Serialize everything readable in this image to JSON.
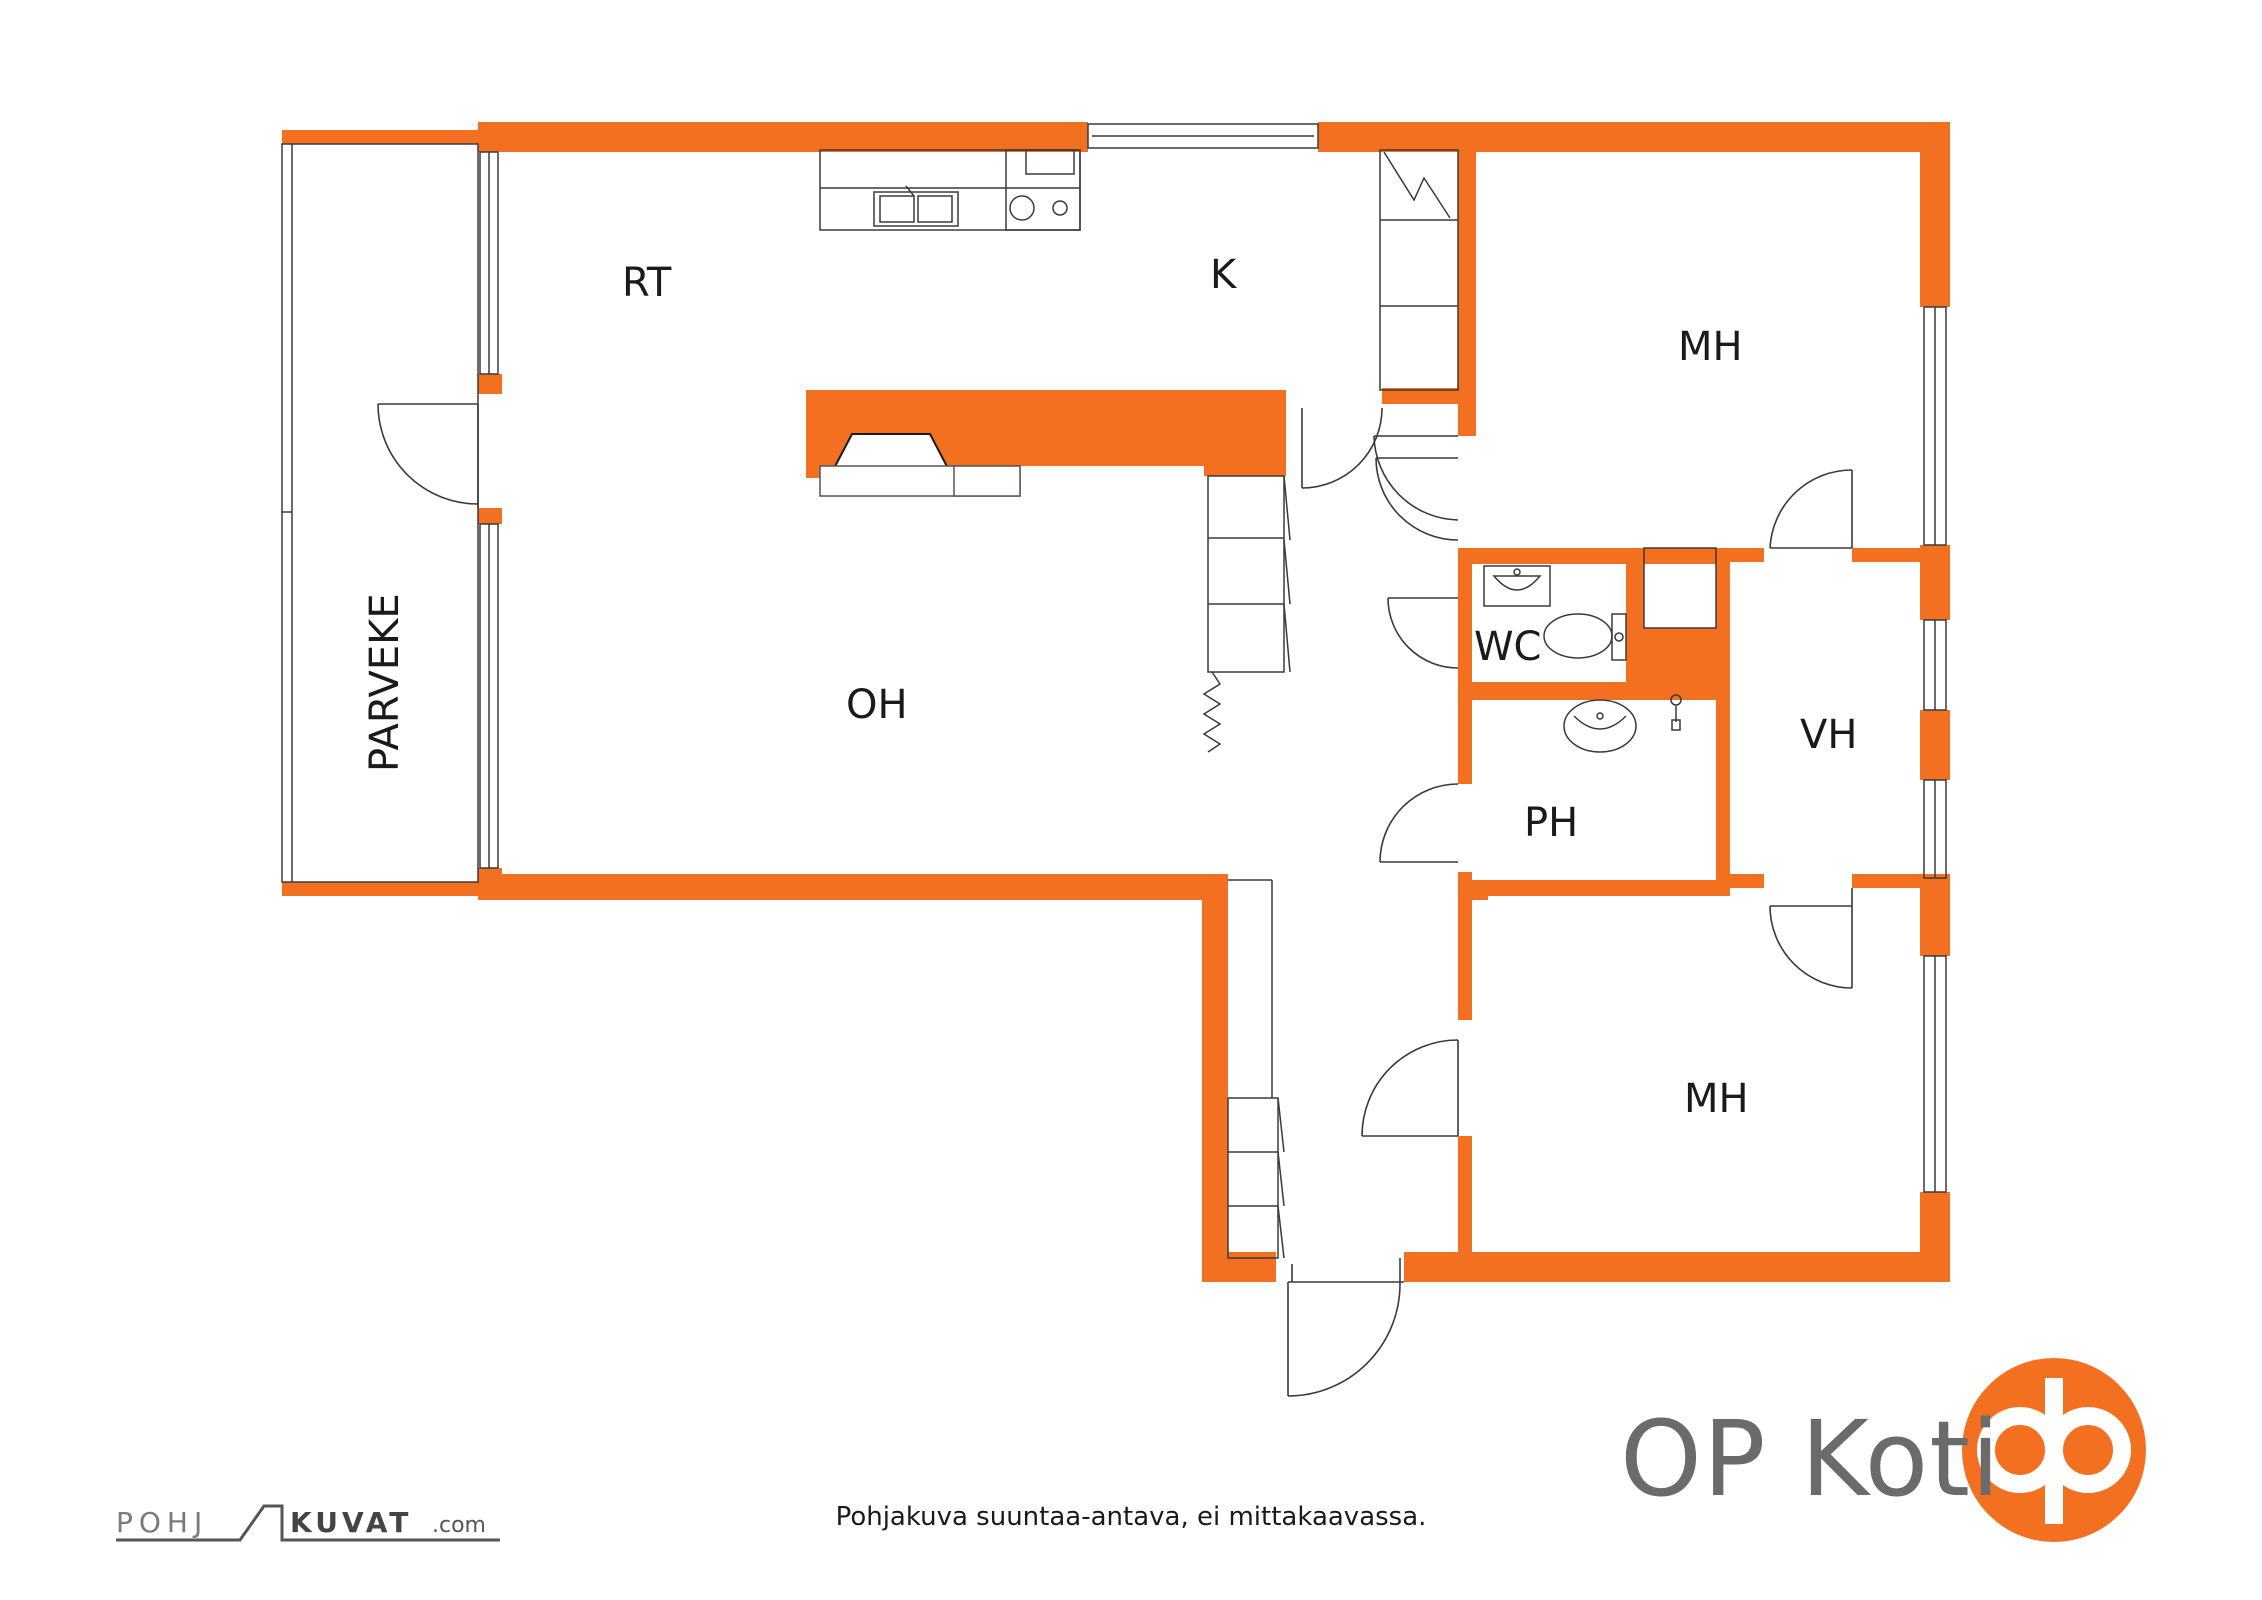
{
  "rooms": {
    "rt": "RT",
    "k": "K",
    "mh_top": "MH",
    "oh": "OH",
    "parveke": "PARVEKE",
    "wc": "WC",
    "vh": "VH",
    "ph": "PH",
    "mh_bottom": "MH"
  },
  "caption": "Pohjakuva suuntaa-antava, ei mittakaavassa.",
  "brand": {
    "name": "OP Koti",
    "logo_icon": "op-logo-icon",
    "logo_color": "#F37021"
  },
  "credit": {
    "logo_icon": "pohjakuvat-logo-icon",
    "text_left": "POHJ",
    "text_right": "KUVAT",
    "suffix": ".com"
  },
  "colors": {
    "wall": "#F37021",
    "line": "#3a3a3a"
  }
}
